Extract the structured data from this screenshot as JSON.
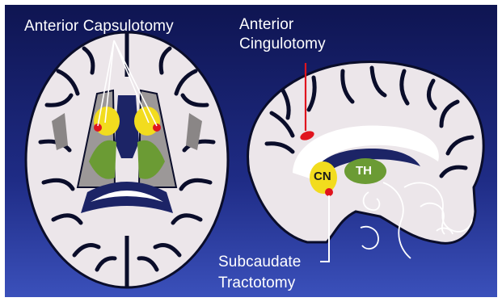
{
  "labels": {
    "capsulotomy": "Anterior Capsulotomy",
    "cingulotomy_line1": "Anterior",
    "cingulotomy_line2": "Cingulotomy",
    "tractotomy_line1": "Subcaudate",
    "tractotomy_line2": "Tractotomy",
    "caudate": "CN",
    "thalamus": "TH"
  },
  "colors": {
    "background_top": "#11185a",
    "background_bottom": "#3a4fb8",
    "brain": "#ece6ea",
    "sulci": "#0a0d2a",
    "caudate": "#f2dc1e",
    "thalamus": "#6b9b34",
    "lesion": "#e0141e",
    "ventricle": "#1c2466",
    "grey_matter": "#8a8686",
    "label_text": "#ffffff"
  }
}
